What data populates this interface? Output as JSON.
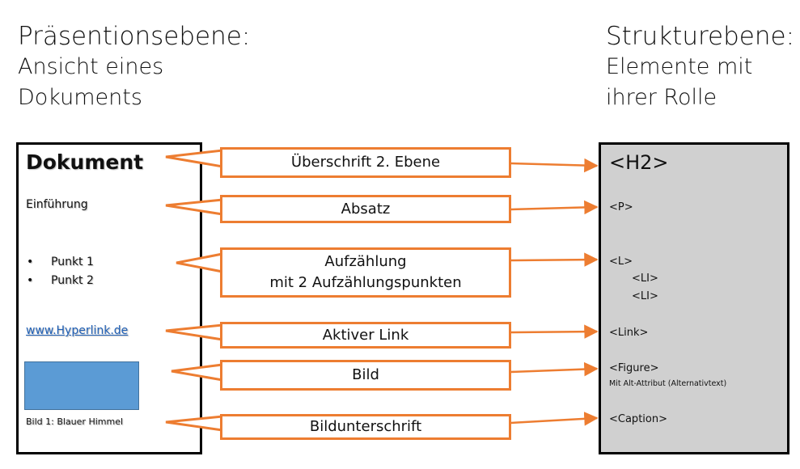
{
  "headings": {
    "left_title": "Präsentionsebene:",
    "left_subtitle_1": "Ansicht eines",
    "left_subtitle_2": "Dokuments",
    "right_title": "Strukturebene:",
    "right_subtitle_1": "Elemente mit",
    "right_subtitle_2": "ihrer Rolle"
  },
  "document": {
    "title": "Dokument",
    "intro": "Einführung",
    "bullet_symbol": "•",
    "list_items": [
      "Punkt 1",
      "Punkt 2"
    ],
    "link": "www.Hyperlink.de",
    "image_caption": "Bild 1: Blauer Himmel"
  },
  "labels": {
    "heading": "Überschrift 2. Ebene",
    "paragraph": "Absatz",
    "list_line_1": "Aufzählung",
    "list_line_2": "mit 2 Aufzählungspunkten",
    "link": "Aktiver Link",
    "image": "Bild",
    "caption": "Bildunterschrift"
  },
  "structure": {
    "h2": "<H2>",
    "p": "<P>",
    "l": "<L>",
    "li_1": "<LI>",
    "li_2": "<LI>",
    "link": "<Link>",
    "figure": "<Figure>",
    "figure_note": "Mit Alt-Attribut (Alternativtext)",
    "caption": "<Caption>"
  },
  "colors": {
    "connector": "#ed7d31",
    "image_fill": "#5b9bd5",
    "structure_bg": "#d0d0d0",
    "link_text": "#1f5fb5"
  }
}
